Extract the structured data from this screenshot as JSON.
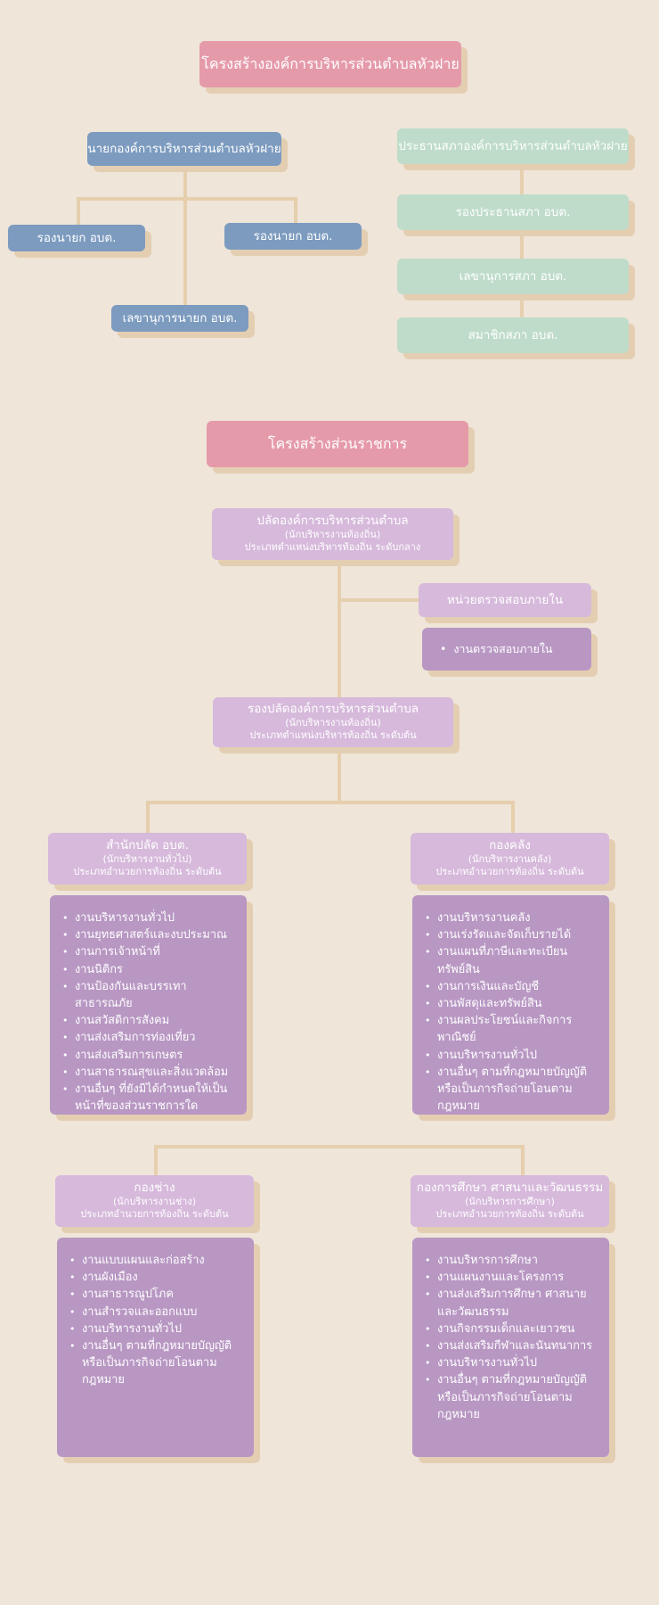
{
  "top_title": "โครงสร้างองค์การบริหารส่วนตำบลหัวฝาย",
  "executive": {
    "mayor": "นายกองค์การบริหารส่วนตำบลหัวฝาย",
    "deputy_left": "รองนายก อบต.",
    "deputy_right": "รองนายก อบต.",
    "secretary": "เลขานุการนายก อบต."
  },
  "council": {
    "president": "ประธานสภาองค์การบริหารส่วนตำบลหัวฝาย",
    "vice_president": "รองประธานสภา อบต.",
    "secretary": "เลขานุการสภา อบต.",
    "members": "สมาชิกสภา อบต."
  },
  "admin_title": "โครงสร้างส่วนราชการ",
  "chief": {
    "title": "ปลัดองค์การบริหารส่วนตำบล",
    "line1": "(นักบริหารงานท้องถิ่น)",
    "line2": "ประเภทตำแหน่งบริหารท้องถิ่น ระดับกลาง"
  },
  "audit": {
    "title": "หน่วยตรวจสอบภายใน",
    "item": "งานตรวจสอบภายใน"
  },
  "deputy_chief": {
    "title": "รองปลัดองค์การบริหารส่วนตำบล",
    "line1": "(นักบริหารงานท้องถิ่น)",
    "line2": "ประเภทตำแหน่งบริหารท้องถิ่น ระดับต้น"
  },
  "office": {
    "title": "สำนักปลัด อบต.",
    "line1": "(นักบริหารงานทั่วไป)",
    "line2": "ประเภทอำนวยการท้องถิ่น ระดับต้น",
    "items": [
      "งานบริหารงานทั่วไป",
      "งานยุทธศาสตร์และงบประมาณ",
      "งานการเจ้าหน้าที่",
      "งานนิติกร",
      "งานป้องกันและบรรเทาสาธารณภัย",
      "งานสวัสดิการสังคม",
      "งานส่งเสริมการท่องเที่ยว",
      "งานส่งเสริมการเกษตร",
      "งานสาธารณสุขและสิ่งแวดล้อม",
      "งานอื่นๆ ที่ยังมิได้กำหนดให้เป็น",
      "หน้าที่ของส่วนราชการใด"
    ]
  },
  "finance": {
    "title": "กองคลัง",
    "line1": "(นักบริหารงานคลัง)",
    "line2": "ประเภทอำนวยการท้องถิ่น ระดับต้น",
    "items": [
      "งานบริหารงานคลัง",
      "งานเร่งรัดและจัดเก็บรายได้",
      "งานแผนที่ภาษีและทะเบียนทรัพย์สิน",
      "งานการเงินและบัญชี",
      "งานพัสดุและทรัพย์สิน",
      "งานผลประโยชน์และกิจการพาณิชย์",
      "งานบริหารงานทั่วไป",
      "งานอื่นๆ ตามที่กฎหมายบัญญัติ",
      "หรือเป็นภารกิจถ่ายโอนตาม",
      "กฎหมาย"
    ]
  },
  "engineering": {
    "title": "กองช่าง",
    "line1": "(นักบริหารงานช่าง)",
    "line2": "ประเภทอำนวยการท้องถิ่น ระดับต้น",
    "items": [
      "งานแบบแผนและก่อสร้าง",
      "งานผังเมือง",
      "งานสาธารณูปโภค",
      "งานสำรวจและออกแบบ",
      "งานบริหารงานทั่วไป",
      "งานอื่นๆ ตามที่กฎหมายบัญญัติ",
      "หรือเป็นภารกิจถ่ายโอนตาม",
      "กฎหมาย"
    ]
  },
  "education": {
    "title": "กองการศึกษา ศาสนาและวัฒนธรรม",
    "line1": "(นักบริหารการศึกษา)",
    "line2": "ประเภทอำนวยการท้องถิ่น ระดับต้น",
    "items": [
      "งานบริหารการศึกษา",
      "งานแผนงานและโครงการ",
      "งานส่งเสริมการศึกษา ศาสนาย",
      "และวัฒนธรรม",
      "งานกิจกรรมเด็กและเยาวชน",
      "งานส่งเสริมกีฬาและนันทนาการ",
      "งานบริหารงานทั่วไป",
      "งานอื่นๆ ตามที่กฎหมายบัญญัติ",
      "หรือเป็นภารกิจถ่ายโอนตาม",
      "กฎหมาย"
    ]
  }
}
